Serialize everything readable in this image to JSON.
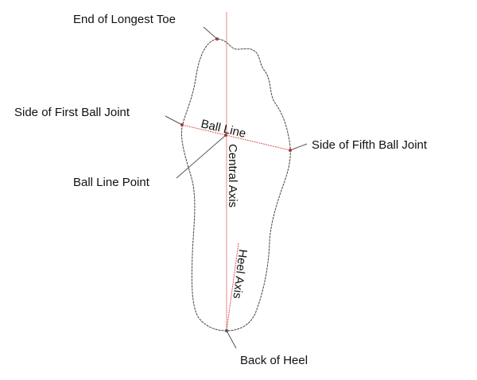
{
  "labels": {
    "toe": "End of Longest Toe",
    "first_ball": "Side of First Ball Joint",
    "ball_line_point": "Ball Line Point",
    "fifth_ball": "Side of Fifth Ball Joint",
    "heel": "Back of Heel",
    "ball_line": "Ball Line",
    "central_axis": "Central Axis",
    "heel_axis": "Heel Axis"
  },
  "colors": {
    "axis": "#d9534f",
    "outline": "#444444",
    "point": "#a33a3a",
    "leader": "#555555"
  }
}
